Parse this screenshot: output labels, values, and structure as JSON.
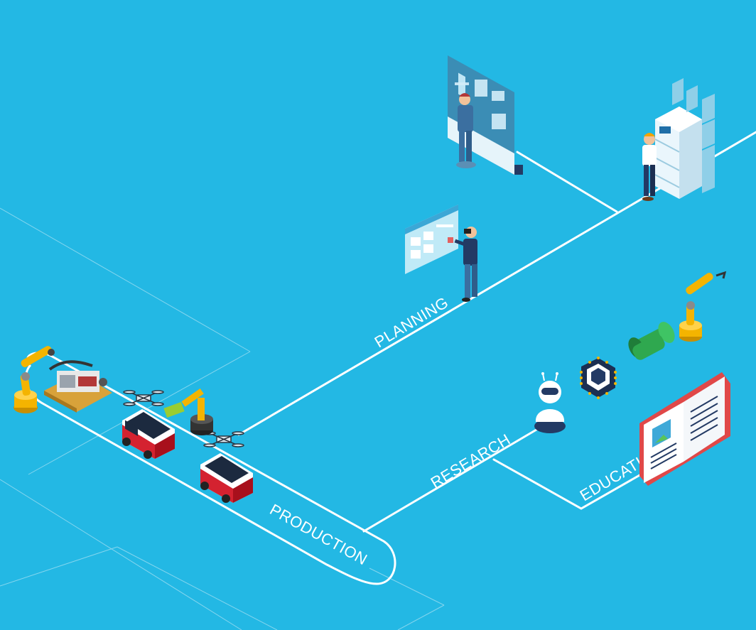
{
  "labels": {
    "planning": "PLANNING",
    "production": "PRODUCTION",
    "research": "RESEARCH",
    "education": "EDUCATION"
  },
  "colors": {
    "background": "#23b8e4",
    "line": "#ffffff",
    "skin": "#f2c29a",
    "navy": "#233a64",
    "robot_yellow": "#f4b400",
    "vehicle_red": "#d42230",
    "battery_green": "#2fa84f",
    "book_red": "#e04848"
  },
  "icons": [
    "robot-arm-icon",
    "engine-icon",
    "drone-icon",
    "autonomous-vehicle-icon",
    "vr-headset-icon",
    "dashboard-screen-icon",
    "server-rack-icon",
    "gear-icon",
    "robot-icon",
    "microchip-icon",
    "battery-icon",
    "book-icon"
  ]
}
